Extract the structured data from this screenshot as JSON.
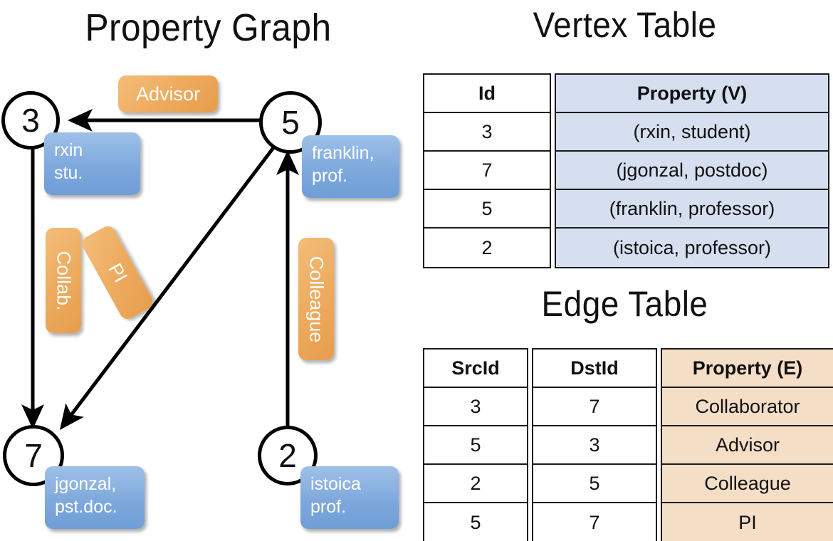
{
  "titles": {
    "property_graph": "Property Graph",
    "vertex_table": "Vertex Table",
    "edge_table": "Edge Table"
  },
  "graph": {
    "vertices": [
      {
        "id": "3",
        "property_line1": "rxin",
        "property_line2": "stu."
      },
      {
        "id": "5",
        "property_line1": "franklin,",
        "property_line2": "prof."
      },
      {
        "id": "7",
        "property_line1": "jgonzal,",
        "property_line2": "pst.doc."
      },
      {
        "id": "2",
        "property_line1": "istoica",
        "property_line2": "prof."
      }
    ],
    "edge_labels": [
      {
        "name": "advisor",
        "text": "Advisor"
      },
      {
        "name": "collab",
        "text": "Collab."
      },
      {
        "name": "pi",
        "text": "PI"
      },
      {
        "name": "colleague",
        "text": "Colleague"
      }
    ]
  },
  "vertex_table": {
    "headers": [
      "Id",
      "Property (V)"
    ],
    "rows": [
      {
        "id": "3",
        "property": "(rxin, student)"
      },
      {
        "id": "7",
        "property": "(jgonzal, postdoc)"
      },
      {
        "id": "5",
        "property": "(franklin, professor)"
      },
      {
        "id": "2",
        "property": "(istoica, professor)"
      }
    ]
  },
  "edge_table": {
    "headers": [
      "SrcId",
      "DstId",
      "Property (E)"
    ],
    "rows": [
      {
        "src": "3",
        "dst": "7",
        "property": "Collaborator"
      },
      {
        "src": "5",
        "dst": "3",
        "property": "Advisor"
      },
      {
        "src": "2",
        "dst": "5",
        "property": "Colleague"
      },
      {
        "src": "5",
        "dst": "7",
        "property": "PI"
      }
    ]
  },
  "colors": {
    "vertex_property_blue": "#7ea9dd",
    "edge_label_orange": "#eeab5f",
    "vertex_table_cell": "#d6dff0",
    "edge_table_cell": "#f4dfc6",
    "stroke": "#000000"
  }
}
